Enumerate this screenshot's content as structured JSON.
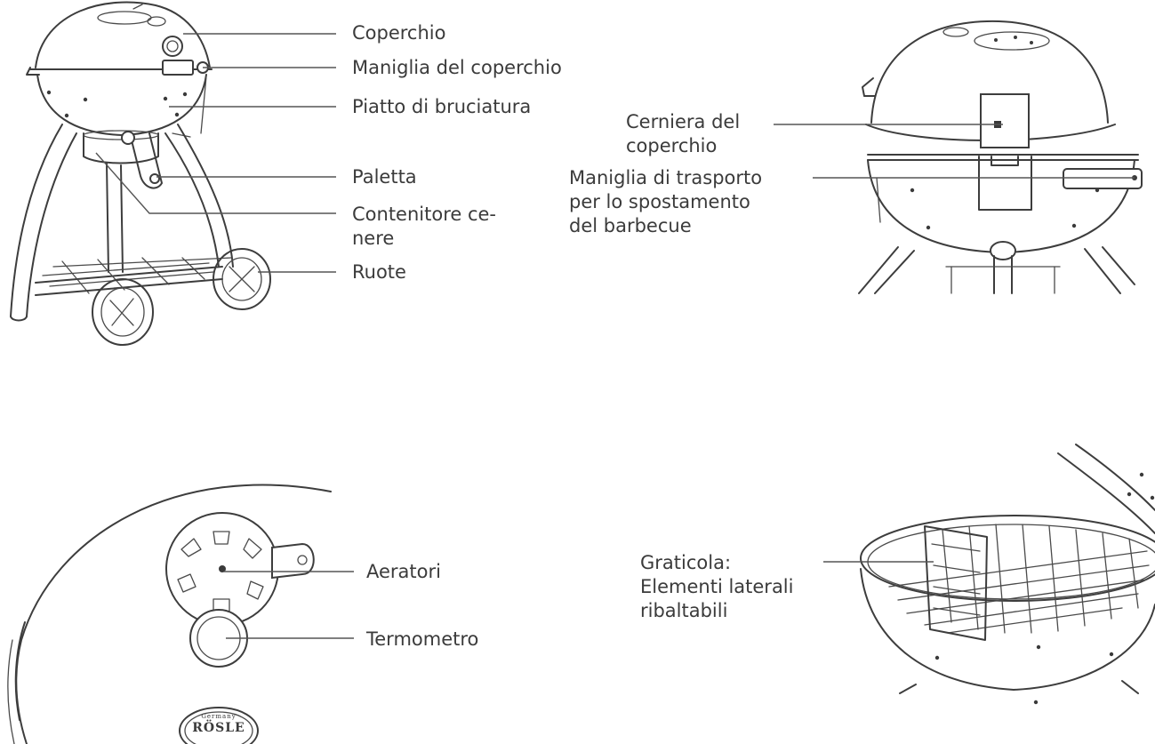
{
  "figure1": {
    "labels": {
      "lid": "Coperchio",
      "lid_handle": "Maniglia del coperchio",
      "burn_plate": "Piatto di bruciatura",
      "scoop": "Paletta",
      "ash_container_l1": "Contenitore ce-",
      "ash_container_l2": "nere",
      "wheels": "Ruote"
    }
  },
  "figure2": {
    "labels": {
      "hinge_l1": "Cerniera del",
      "hinge_l2": "coperchio",
      "carry_l1": "Maniglia di trasporto",
      "carry_l2": "per lo spostamento",
      "carry_l3": "del barbecue"
    }
  },
  "figure3": {
    "labels": {
      "vents": "Aeratori",
      "thermometer": "Termometro"
    },
    "badge": {
      "top_text": "Germany",
      "brand": "RÖSLE"
    }
  },
  "figure4": {
    "labels": {
      "grate_l1": "Graticola:",
      "grate_l2": "Elementi laterali",
      "grate_l3": "ribaltabili"
    }
  }
}
